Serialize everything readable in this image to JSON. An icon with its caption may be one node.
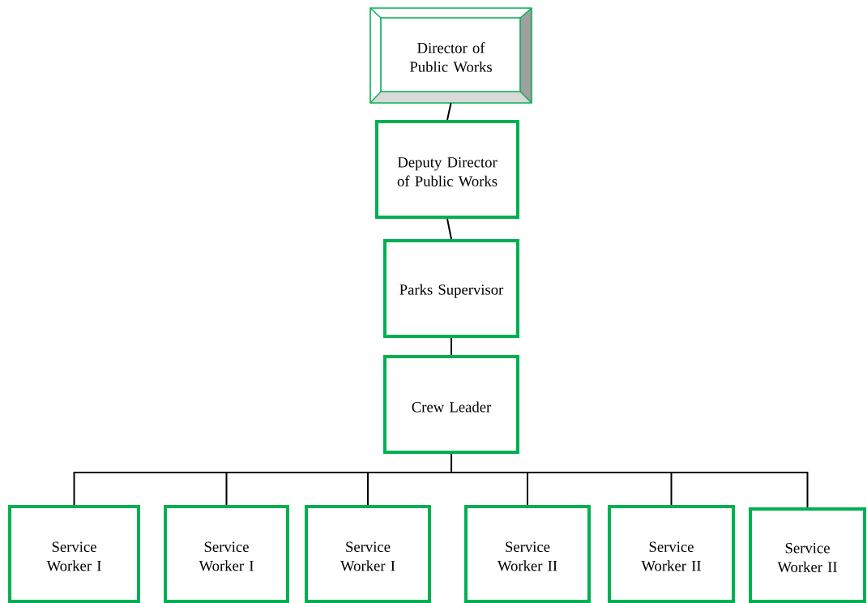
{
  "diagram": {
    "nodes": [
      {
        "text": [
          "Director of Public Works"
        ]
      },
      {
        "text": [
          "Deputy Director of Public Works"
        ]
      },
      {
        "text": [
          "Parks Supervisor"
        ]
      },
      {
        "text": [
          "Crew Leader"
        ]
      },
      {
        "text": [
          "Service Worker I"
        ]
      },
      {
        "text": [
          "Service Worker I"
        ]
      },
      {
        "text": [
          "Service Worker I"
        ]
      },
      {
        "text": [
          "Service Worker II"
        ]
      },
      {
        "text": [
          "Service Worker II"
        ]
      },
      {
        "text": [
          "Service Worker II"
        ]
      }
    ],
    "edges": [
      {
        "from": 0,
        "to": 1,
        "arrow": "none"
      },
      {
        "from": 1,
        "to": 2,
        "arrow": "none"
      },
      {
        "from": 2,
        "to": 3,
        "arrow": "none"
      },
      {
        "from": 3,
        "to": 4,
        "arrow": "none"
      },
      {
        "from": 3,
        "to": 5,
        "arrow": "none"
      },
      {
        "from": 3,
        "to": 6,
        "arrow": "none"
      },
      {
        "from": 3,
        "to": 7,
        "arrow": "none"
      },
      {
        "from": 3,
        "to": 8,
        "arrow": "none"
      },
      {
        "from": 3,
        "to": 9,
        "arrow": "none"
      }
    ]
  }
}
